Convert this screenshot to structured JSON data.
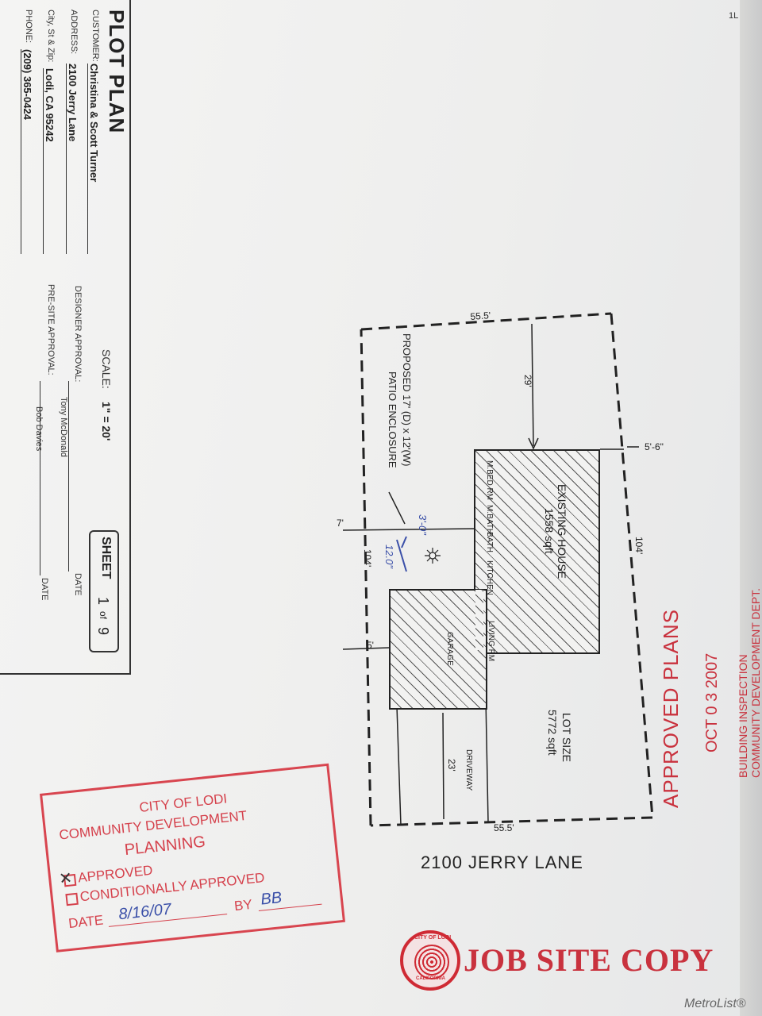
{
  "title_block": {
    "title": "PLOT PLAN",
    "customer_label": "CUSTOMER:",
    "customer": "Christina & Scott Turner",
    "address_label": "ADDRESS:",
    "address": "2100 Jerry Lane",
    "city_label": "City, St & Zip:",
    "city": "Lodi, CA 95242",
    "phone_label": "PHONE:",
    "phone": "(209) 365-0424",
    "scale_label": "SCALE:",
    "scale": "1\" = 20'",
    "designer_label": "DESIGNER APPROVAL:",
    "designer": "Tony McDonald",
    "presite_label": "PRE-SITE APPROVAL:",
    "presite": "Bob Davies",
    "date_label": "DATE",
    "sheet_label": "SHEET",
    "sheet_num": "1",
    "sheet_of": "of",
    "sheet_total": "9",
    "corner": "1L"
  },
  "plan": {
    "proposed": "PROPOSED 17' (D) x 12'(W)",
    "patio": "PATIO ENCLOSURE",
    "existing_house": "EXISTING HOUSE",
    "house_area": "1558 sqft",
    "lot_size": "LOT SIZE",
    "lot_area": "5772 sqft",
    "bed": "M.BED RM",
    "mbath": "M.BATH",
    "bath": "BATH",
    "kitchen": "KITCHEN",
    "living": "LIVING RM",
    "garage": "GARAGE",
    "driveway": "DRIVEWAY",
    "dim_top": "55.5'",
    "dim_bottom": "55.5'",
    "dim_29": "29'",
    "dim_56": "5'-6\"",
    "dim_104_right": "104'",
    "dim_104_left": "104'",
    "dim_7": "7'",
    "dim_5": "5'",
    "dim_23": "23'",
    "handwritten_1": "3'-0\"",
    "handwritten_2": "12.0\"",
    "street": "2100 JERRY LANE"
  },
  "approved_stamp": {
    "text": "APPROVED PLANS",
    "date": "OCT 0 3 2007",
    "dept_1": "BUILDING INSPECTION",
    "dept_2": "COMMUNITY DEVELOPMENT DEPT."
  },
  "planning_stamp": {
    "line1": "CITY OF LODI",
    "line2": "COMMUNITY DEVELOPMENT",
    "line3": "PLANNING",
    "approved": "APPROVED",
    "conditional": "CONDITIONALLY APPROVED",
    "date_label": "DATE",
    "date": "8/16/07",
    "by_label": "BY",
    "by": "BB"
  },
  "seal": {
    "top": "CITY OF LODI",
    "bottom": "CALIFORNIA"
  },
  "job_site": "JOB SITE COPY",
  "watermark": "MetroList®",
  "colors": {
    "stamp_red": "#d5414c",
    "ink_blue": "#3a4fa8"
  }
}
